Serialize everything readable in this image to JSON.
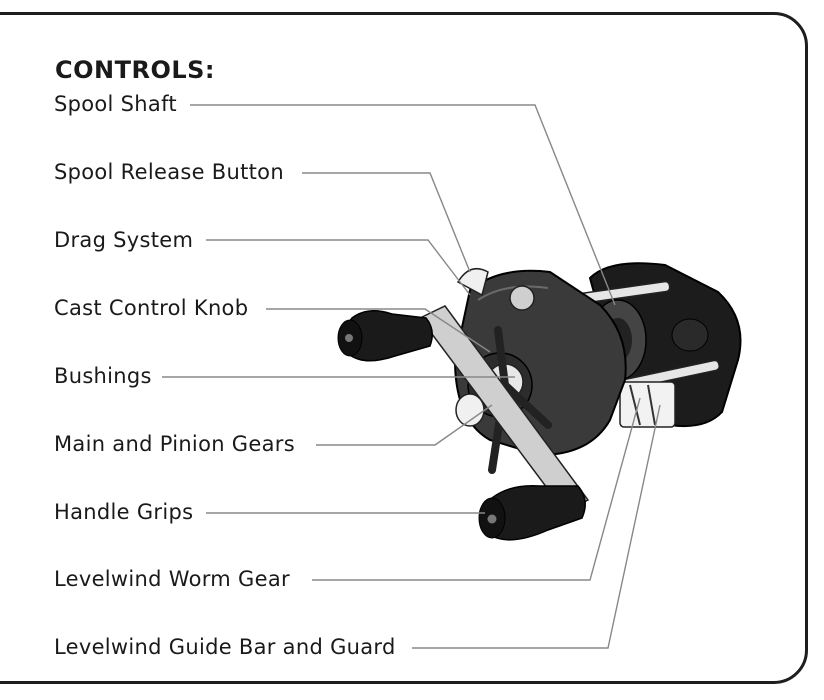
{
  "heading": "CONTROLS:",
  "labels": [
    "Spool Shaft",
    "Spool Release Button",
    "Drag System",
    "Cast Control Knob",
    "Bushings",
    "Main and Pinion Gears",
    "Handle Grips",
    "Levelwind Worm Gear",
    "Levelwind Guide Bar and Guard"
  ],
  "image_description_icon": "baitcasting-reel-illustration",
  "colors": {
    "ink": "#1a1a1a",
    "leader": "#888888",
    "reel_body": "#3a3a3a",
    "reel_dark": "#1c1c1c",
    "handle": "#cfcfcf"
  }
}
